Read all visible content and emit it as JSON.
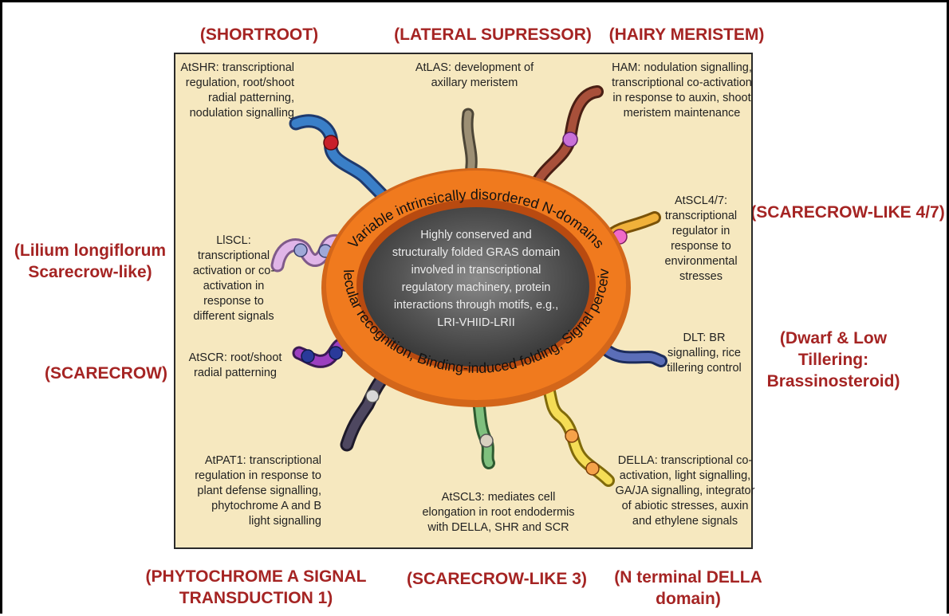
{
  "outer_labels": {
    "shortroot": "(SHORTROOT)",
    "lateral": "(LATERAL SUPRESSOR)",
    "hairy": "(HAIRY MERISTEM)",
    "scl47": "(SCARECROW-LIKE 4/7)",
    "lilium_1": "(Lilium longiflorum",
    "lilium_2": "Scarecrow-like)",
    "scarecrow": "(SCARECROW)",
    "dwarf_1": "(Dwarf & Low",
    "dwarf_2": "Tillering:",
    "dwarf_3": "Brassinosteroid)",
    "phyto_1": "(PHYTOCHROME A SIGNAL",
    "phyto_2": "TRANSDUCTION 1)",
    "scl3": "(SCARECROW-LIKE 3)",
    "della_1": "(N terminal DELLA",
    "della_2": "domain)"
  },
  "descriptions": {
    "atshr": [
      "AtSHR: transcriptional",
      "regulation, root/shoot",
      "radial patterning,",
      "nodulation signalling"
    ],
    "atlas": [
      "AtLAS: development of",
      "axillary meristem"
    ],
    "ham": [
      "HAM: nodulation signalling,",
      "transcriptional co-activation",
      "in response to auxin, shoot",
      "meristem maintenance"
    ],
    "atscl47": [
      "AtSCL4/7:",
      "transcriptional",
      "regulator in",
      "response to",
      "environmental",
      "stresses"
    ],
    "liscl": [
      "LlSCL:",
      "transcriptional",
      "activation or co-",
      "activation in",
      "response to",
      "different signals"
    ],
    "atscr": [
      "AtSCR: root/shoot",
      "radial patterning"
    ],
    "dlt": [
      "DLT: BR",
      "signalling, rice",
      "tillering control"
    ],
    "atpat1": [
      "AtPAT1: transcriptional",
      "regulation in response to",
      "plant defense signalling,",
      "phytochrome A and B",
      "light signalling"
    ],
    "atscl3": [
      "AtSCL3: mediates cell",
      "elongation in root endodermis",
      "with DELLA, SHR and SCR"
    ],
    "della": [
      "DELLA: transcriptional co-",
      "activation, light signalling,",
      "GA/JA signalling, integrator",
      "of abiotic stresses, auxin",
      "and ethylene signals"
    ]
  },
  "core": {
    "lines": [
      "Highly conserved and",
      "structurally folded GRAS domain",
      "involved in transcriptional",
      "regulatory machinery, protein",
      "interactions through motifs, e.g.,",
      "LRI-VHIID-LRII"
    ],
    "ring_top": "Variable intrinsically disordered N-domains",
    "ring_bottom": "Molecular recognition, Binding-induced folding, Signal perceiving"
  },
  "colors": {
    "label_red": "#a52423",
    "panel_bg": "#f6e8bf",
    "ring_orange": "#f07a1e",
    "core_dark": "#4a4a4a"
  }
}
